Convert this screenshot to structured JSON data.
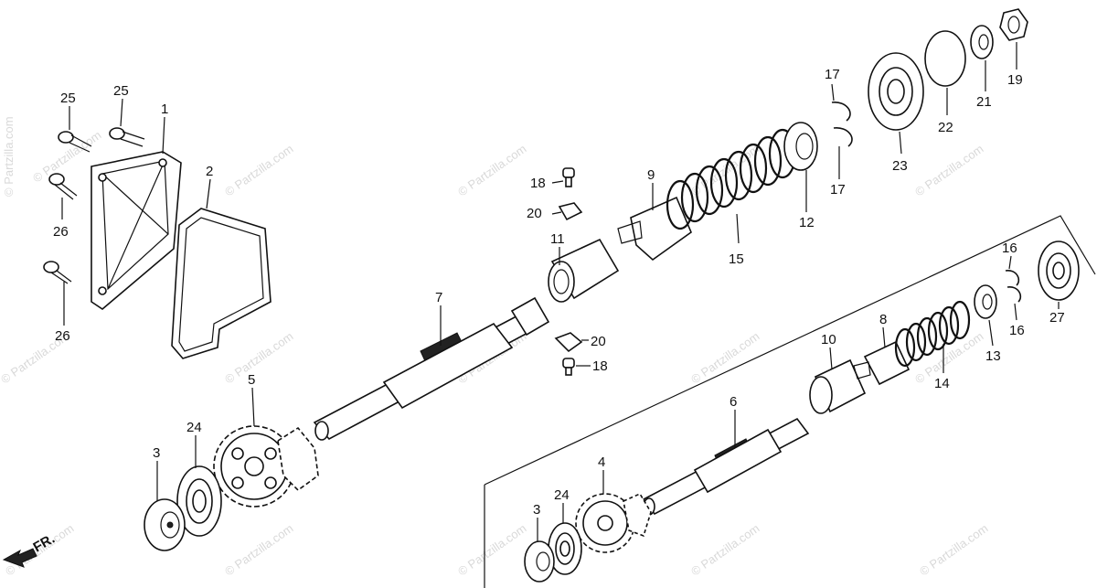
{
  "watermarks": [
    "© Partzilla.com",
    "© Partzilla.com",
    "© Partzilla.com",
    "© Partzilla.com",
    "© Partzilla.com",
    "© Partzilla.com",
    "© Partzilla.com",
    "© Partzilla.com",
    "© Partzilla.com",
    "© Partzilla.com",
    "© Partzilla.com",
    "© Partzilla.com",
    "© Partzilla.com",
    "© Partzilla.com",
    "© Partzilla.com",
    "© Partzilla.com"
  ],
  "direction_label": "FR.",
  "callouts": [
    "25",
    "25",
    "1",
    "2",
    "26",
    "26",
    "3",
    "24",
    "5",
    "7",
    "18",
    "20",
    "11",
    "9",
    "15",
    "20",
    "18",
    "12",
    "17",
    "17",
    "23",
    "22",
    "21",
    "19",
    "16",
    "16",
    "27",
    "13",
    "14",
    "8",
    "10",
    "6",
    "4",
    "24",
    "3"
  ]
}
